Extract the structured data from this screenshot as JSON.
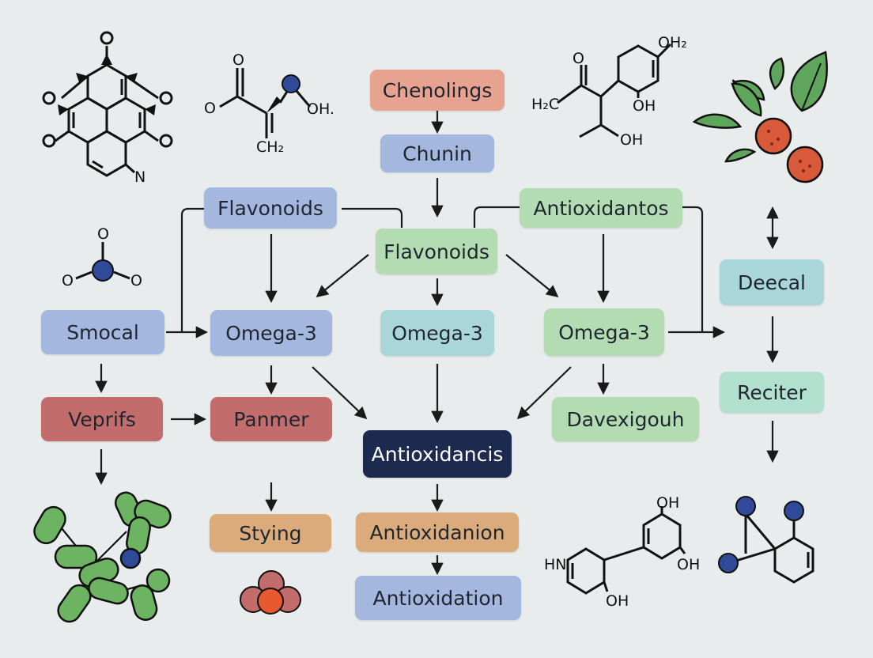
{
  "colors": {
    "background": "#e9ecec",
    "blue": "#a3b7df",
    "teal": "#a9d6d9",
    "green": "#b4dcb3",
    "mint": "#b1e0cf",
    "red": "#c26c6c",
    "orange": "#dcab7c",
    "salmon": "#e8a290",
    "navy": "#1c2a4f",
    "leaf_green": "#5fa65c",
    "berry_red": "#d95a3a",
    "atom_blue": "#2f4a98",
    "strand_green": "#6db462"
  },
  "nodes": {
    "chenolings": "Chenolings",
    "chunin": "Chunin",
    "flavonoids_left": "Flavonoids",
    "flavonoids_center": "Flavonoids",
    "antioxidantos": "Antioxidantos",
    "deecal": "Deecal",
    "smocal": "Smocal",
    "omega3_left": "Omega-3",
    "omega3_center": "Omega-3",
    "omega3_right": "Omega-3",
    "veprifs": "Veprifs",
    "panmer": "Panmer",
    "antioxidancis": "Antioxidancis",
    "davexigouh": "Davexigouh",
    "reciter": "Reciter",
    "stying": "Stying",
    "antioxidanion": "Antioxidanion",
    "antioxidation": "Antioxidation"
  },
  "molecule_labels": {
    "m1_o_top": "O",
    "m1_o_l1": "O",
    "m1_o_l2": "O",
    "m1_o_r1": "O",
    "m1_o_r2": "O",
    "m1_n": "N",
    "m2_o_left": "O",
    "m2_o_top": "O",
    "m2_oh": "OH.",
    "m2_ch2": "CH₂",
    "m3_o_top": "O",
    "m3_o_left": "O",
    "m3_o_right": "O",
    "m4_o": "O",
    "m4_oh2": "OH₂",
    "m4_h2c": "H₂C",
    "m4_oh_ring": "OH",
    "m4_oh_bottom": "OH",
    "m5_oh_top": "OH",
    "m5_hn": "HN",
    "m5_oh_right": "OH",
    "m5_oh_bottom": "OH"
  }
}
